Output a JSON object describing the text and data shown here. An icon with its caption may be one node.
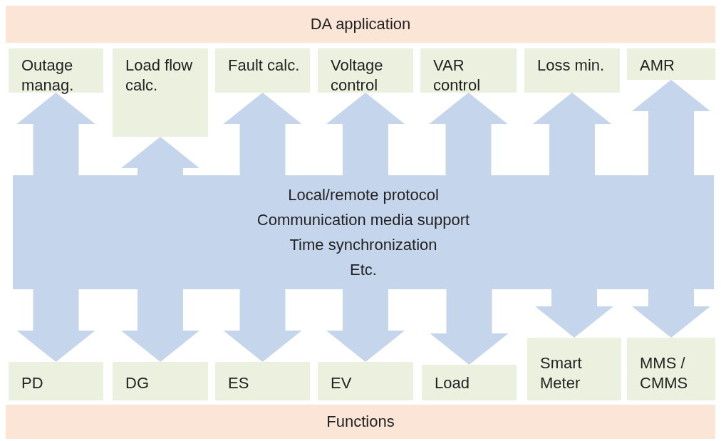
{
  "diagram": {
    "nodes": [
      {
        "text": [
          "DA application"
        ]
      },
      {
        "text": [
          "Outage manag."
        ]
      },
      {
        "text": [
          "Load flow calc."
        ]
      },
      {
        "text": [
          "Fault calc."
        ]
      },
      {
        "text": [
          "Voltage control"
        ]
      },
      {
        "text": [
          "VAR control"
        ]
      },
      {
        "text": [
          "Loss min."
        ]
      },
      {
        "text": [
          "AMR"
        ]
      },
      {
        "text": [
          "Local/remote protocol",
          "Communication media support",
          "Time synchronization",
          "Etc."
        ]
      },
      {
        "text": [
          "PD"
        ]
      },
      {
        "text": [
          "DG"
        ]
      },
      {
        "text": [
          "ES"
        ]
      },
      {
        "text": [
          "EV"
        ]
      },
      {
        "text": [
          "Load"
        ]
      },
      {
        "text": [
          "Smart Meter"
        ]
      },
      {
        "text": [
          "MMS / CMMS"
        ]
      },
      {
        "text": [
          "Functions"
        ]
      }
    ],
    "edges": [
      {
        "from": 8,
        "to": 1,
        "arrow": "to"
      },
      {
        "from": 8,
        "to": 2,
        "arrow": "to"
      },
      {
        "from": 8,
        "to": 3,
        "arrow": "to"
      },
      {
        "from": 8,
        "to": 4,
        "arrow": "to"
      },
      {
        "from": 8,
        "to": 5,
        "arrow": "to"
      },
      {
        "from": 8,
        "to": 6,
        "arrow": "to"
      },
      {
        "from": 8,
        "to": 7,
        "arrow": "to"
      },
      {
        "from": 8,
        "to": 9,
        "arrow": "to"
      },
      {
        "from": 8,
        "to": 10,
        "arrow": "to"
      },
      {
        "from": 8,
        "to": 11,
        "arrow": "to"
      },
      {
        "from": 8,
        "to": 12,
        "arrow": "to"
      },
      {
        "from": 8,
        "to": 13,
        "arrow": "to"
      },
      {
        "from": 8,
        "to": 14,
        "arrow": "to"
      },
      {
        "from": 8,
        "to": 15,
        "arrow": "to"
      }
    ]
  }
}
